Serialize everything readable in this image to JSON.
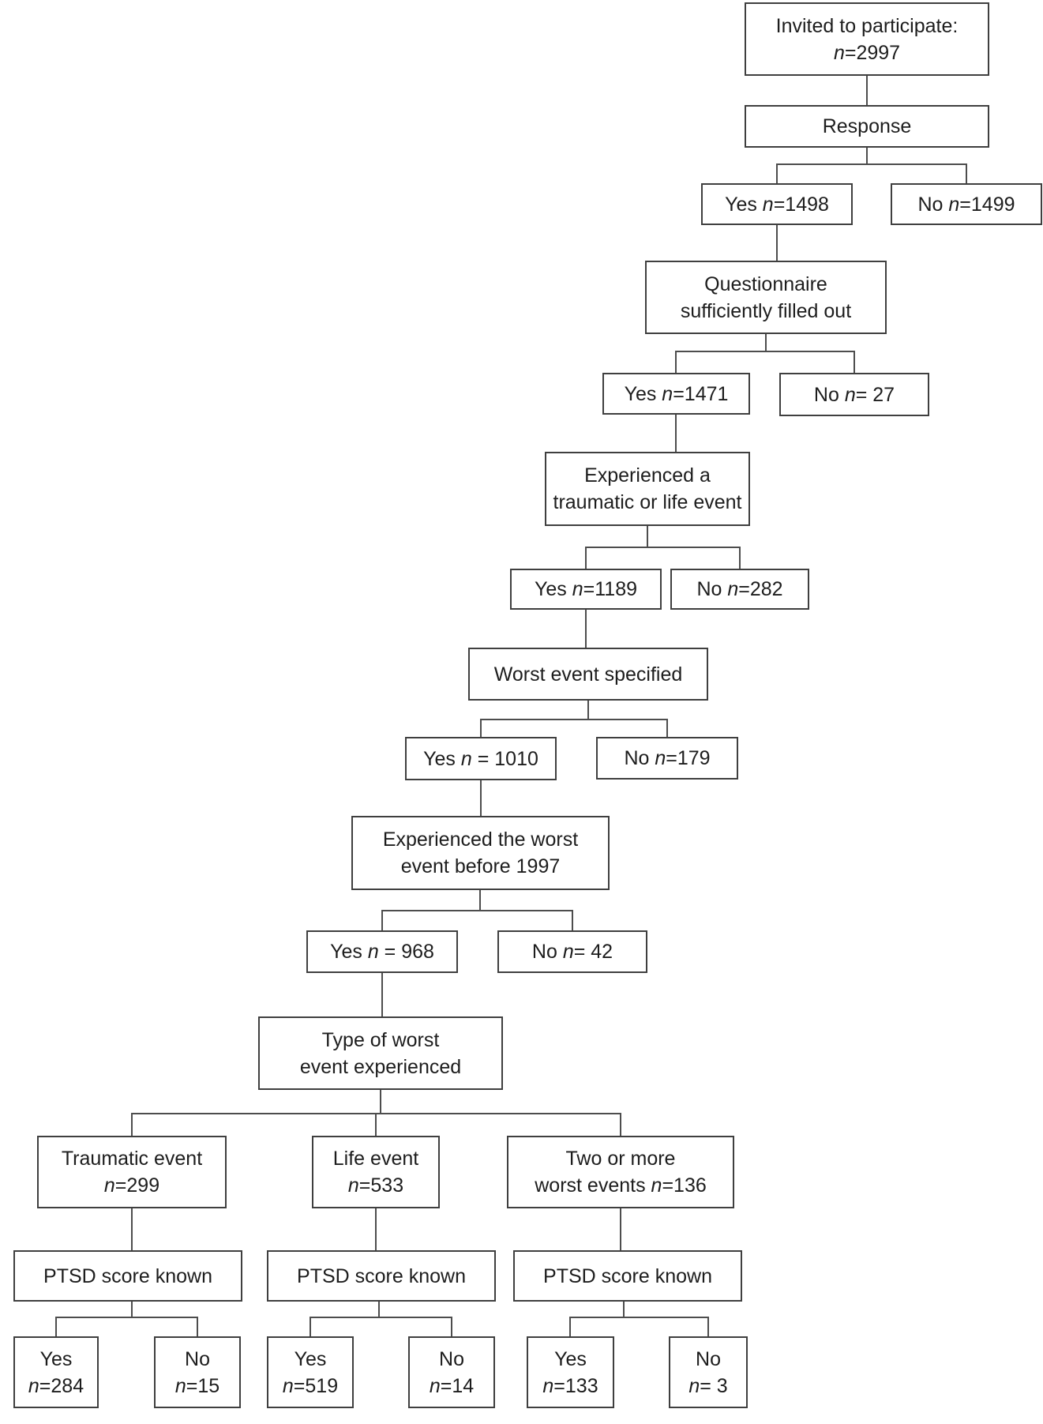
{
  "diagram_type": "participant-flowchart",
  "colors": {
    "background": "#ffffff",
    "box_border": "#3f3f3f",
    "connector_line": "#4d4d4d",
    "text": "#1d1d1d"
  },
  "nodes": {
    "invited": {
      "lines": [
        {
          "pre": "Invited to participate:"
        },
        {
          "n": "n",
          "post": "=2997"
        }
      ]
    },
    "response": {
      "lines": [
        {
          "pre": "Response"
        }
      ]
    },
    "response_yes": {
      "lines": [
        {
          "pre": "Yes ",
          "n": "n",
          "post": "=1498"
        }
      ]
    },
    "response_no": {
      "lines": [
        {
          "pre": "No ",
          "n": "n",
          "post": "=1499"
        }
      ]
    },
    "questionnaire": {
      "lines": [
        {
          "pre": "Questionnaire"
        },
        {
          "pre": "sufficiently filled out"
        }
      ]
    },
    "questionnaire_yes": {
      "lines": [
        {
          "pre": "Yes ",
          "n": "n",
          "post": "=1471"
        }
      ]
    },
    "questionnaire_no": {
      "lines": [
        {
          "pre": "No ",
          "n": "n",
          "post": "= 27"
        }
      ]
    },
    "experienced_event": {
      "lines": [
        {
          "pre": "Experienced a"
        },
        {
          "pre": "traumatic or life event"
        }
      ]
    },
    "experienced_yes": {
      "lines": [
        {
          "pre": "Yes ",
          "n": "n",
          "post": "=1189"
        }
      ]
    },
    "experienced_no": {
      "lines": [
        {
          "pre": "No ",
          "n": "n",
          "post": "=282"
        }
      ]
    },
    "worst_specified": {
      "lines": [
        {
          "pre": "Worst event specified"
        }
      ]
    },
    "worst_specified_yes": {
      "lines": [
        {
          "pre": "Yes ",
          "n": "n",
          "post": " = 1010"
        }
      ]
    },
    "worst_specified_no": {
      "lines": [
        {
          "pre": "No ",
          "n": "n",
          "post": "=179"
        }
      ]
    },
    "before_1997": {
      "lines": [
        {
          "pre": "Experienced the worst"
        },
        {
          "pre": "event before 1997"
        }
      ]
    },
    "before_1997_yes": {
      "lines": [
        {
          "pre": "Yes ",
          "n": "n",
          "post": " = 968"
        }
      ]
    },
    "before_1997_no": {
      "lines": [
        {
          "pre": "No ",
          "n": "n",
          "post": "= 42"
        }
      ]
    },
    "type_of_worst": {
      "lines": [
        {
          "pre": "Type of worst"
        },
        {
          "pre": "event experienced"
        }
      ]
    },
    "traumatic_event": {
      "lines": [
        {
          "pre": "Traumatic event"
        },
        {
          "n": "n",
          "post": "=299"
        }
      ]
    },
    "life_event": {
      "lines": [
        {
          "pre": "Life event"
        },
        {
          "n": "n",
          "post": "=533"
        }
      ]
    },
    "two_or_more": {
      "lines": [
        {
          "pre": "Two or more"
        },
        {
          "pre": "worst events ",
          "n": "n",
          "post": "=136"
        }
      ]
    },
    "ptsd_traumatic": {
      "lines": [
        {
          "pre": "PTSD score known"
        }
      ]
    },
    "ptsd_life": {
      "lines": [
        {
          "pre": "PTSD score known"
        }
      ]
    },
    "ptsd_two": {
      "lines": [
        {
          "pre": "PTSD score known"
        }
      ]
    },
    "ptsd_traumatic_yes": {
      "lines": [
        {
          "pre": "Yes"
        },
        {
          "n": "n",
          "post": "=284"
        }
      ]
    },
    "ptsd_traumatic_no": {
      "lines": [
        {
          "pre": "No"
        },
        {
          "n": "n",
          "post": "=15"
        }
      ]
    },
    "ptsd_life_yes": {
      "lines": [
        {
          "pre": "Yes"
        },
        {
          "n": "n",
          "post": "=519"
        }
      ]
    },
    "ptsd_life_no": {
      "lines": [
        {
          "pre": "No"
        },
        {
          "n": "n",
          "post": "=14"
        }
      ]
    },
    "ptsd_two_yes": {
      "lines": [
        {
          "pre": "Yes"
        },
        {
          "n": "n",
          "post": "=133"
        }
      ]
    },
    "ptsd_two_no": {
      "lines": [
        {
          "pre": "No"
        },
        {
          "n": "n",
          "post": "= 3"
        }
      ]
    }
  }
}
